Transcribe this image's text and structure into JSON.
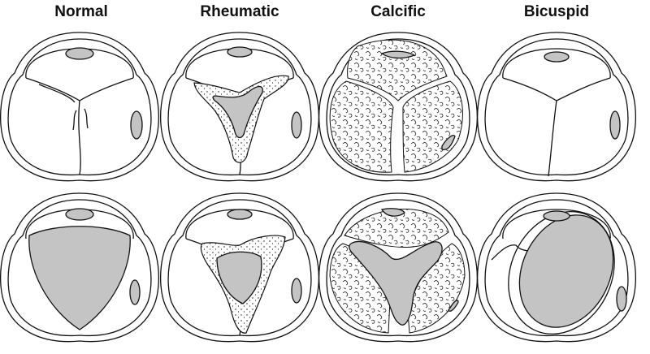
{
  "titles": [
    "Normal",
    "Rheumatic",
    "Calcific",
    "Bicuspid"
  ],
  "colors": {
    "fill": "#c4c4c4",
    "stroke": "#111111"
  }
}
